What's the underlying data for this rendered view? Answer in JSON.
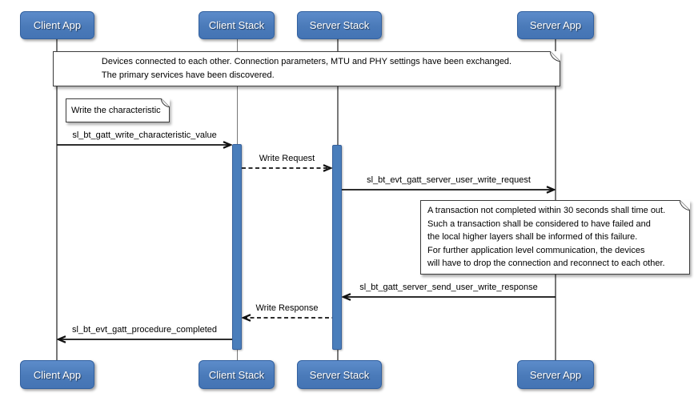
{
  "participants": [
    {
      "label": "Client App"
    },
    {
      "label": "Client Stack"
    },
    {
      "label": "Server Stack"
    },
    {
      "label": "Server App"
    }
  ],
  "notes": {
    "connection": {
      "lines": [
        "Devices connected to each other. Connection parameters, MTU and PHY settings have been exchanged.",
        "The primary services have been discovered."
      ]
    },
    "write_characteristic": {
      "text": "Write the characteristic"
    },
    "timeout": {
      "lines": [
        "A transaction not completed within 30 seconds shall time out.",
        "Such a transaction shall be considered to have failed and",
        "the local higher layers shall be informed of this failure.",
        "For further application level communication, the devices",
        "will have to drop the connection and reconnect to each other."
      ]
    }
  },
  "messages": [
    {
      "label": "sl_bt_gatt_write_characteristic_value",
      "from": "Client App",
      "to": "Client Stack",
      "line": "solid",
      "direction": "right"
    },
    {
      "label": "Write Request",
      "from": "Client Stack",
      "to": "Server Stack",
      "line": "dashed",
      "direction": "right"
    },
    {
      "label": "sl_bt_evt_gatt_server_user_write_request",
      "from": "Server Stack",
      "to": "Server App",
      "line": "solid",
      "direction": "right"
    },
    {
      "label": "sl_bt_gatt_server_send_user_write_response",
      "from": "Server App",
      "to": "Server Stack",
      "line": "solid",
      "direction": "left"
    },
    {
      "label": "Write Response",
      "from": "Server Stack",
      "to": "Client Stack",
      "line": "dashed",
      "direction": "left"
    },
    {
      "label": "sl_bt_evt_gatt_procedure_completed",
      "from": "Client Stack",
      "to": "Client App",
      "line": "solid",
      "direction": "left"
    }
  ],
  "colors": {
    "participant_fill": "#4a7ab9",
    "participant_border": "#31609f",
    "activation_fill": "#4a7ebb",
    "lifeline": "#787878",
    "message_line": "#111111",
    "note_background": "#ffffff",
    "note_border": "#3c3c3c"
  }
}
